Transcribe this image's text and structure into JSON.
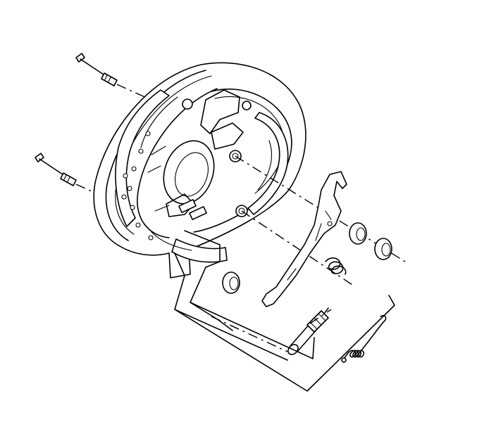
{
  "diagram": {
    "colors": {
      "ink": "#000000",
      "paper": "#ffffff"
    },
    "parts": [
      "hold-down-pin-upper",
      "hold-down-pin-lower",
      "backing-plate",
      "brake-shoe-assembly",
      "actuator-lever",
      "retainer-cup",
      "retainer-spring",
      "adjuster-assembly",
      "adjuster-spring"
    ]
  }
}
